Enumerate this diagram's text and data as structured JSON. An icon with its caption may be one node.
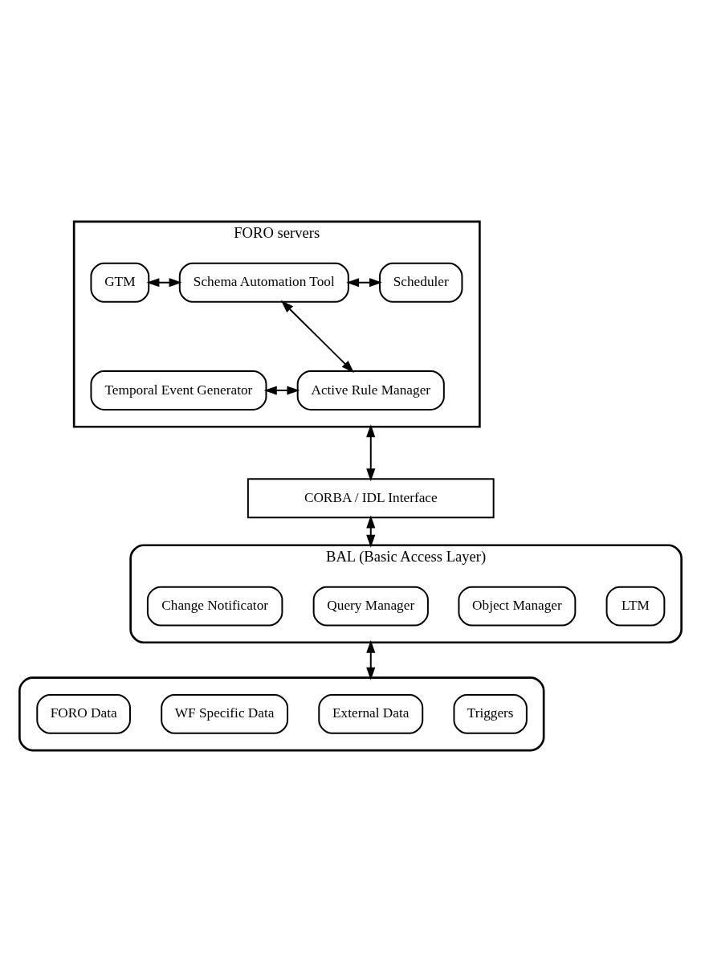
{
  "diagram": {
    "nodes": [
      {
        "text": [
          "FORO servers"
        ]
      },
      {
        "text": [
          "GTM"
        ],
        "in": 0
      },
      {
        "text": [
          "Schema Automation Tool"
        ],
        "in": 0
      },
      {
        "text": [
          "Scheduler"
        ],
        "in": 0
      },
      {
        "text": [
          "Temporal Event Generator"
        ],
        "in": 0
      },
      {
        "text": [
          "Active Rule Manager"
        ],
        "in": 0
      },
      {
        "text": [
          "CORBA / IDL Interface"
        ]
      },
      {
        "text": [
          "BAL (Basic Access Layer)"
        ]
      },
      {
        "text": [
          "LTM"
        ],
        "in": 7
      },
      {
        "text": [
          "Object Manager"
        ],
        "in": 7
      },
      {
        "text": [
          "Query Manager"
        ],
        "in": 7
      },
      {
        "text": [
          "Change Notificator"
        ],
        "in": 7
      },
      {
        "text": [],
        "shape": "box"
      },
      {
        "text": [
          "Triggers"
        ],
        "in": 12
      },
      {
        "text": [
          "External Data"
        ],
        "in": 12
      },
      {
        "text": [
          "WF Specific Data"
        ],
        "in": 12
      },
      {
        "text": [
          "FORO Data"
        ],
        "in": 12
      }
    ],
    "edges": [
      {
        "from": 1,
        "to": 2,
        "arrow": "both"
      },
      {
        "from": 2,
        "to": 3,
        "arrow": "both"
      },
      {
        "from": 2,
        "to": 5,
        "arrow": "both"
      },
      {
        "from": 4,
        "to": 5,
        "arrow": "both"
      },
      {
        "from": 0,
        "to": 6,
        "arrow": "both"
      },
      {
        "from": 6,
        "to": 7,
        "arrow": "both"
      },
      {
        "from": 7,
        "to": 12,
        "arrow": "both"
      }
    ]
  }
}
